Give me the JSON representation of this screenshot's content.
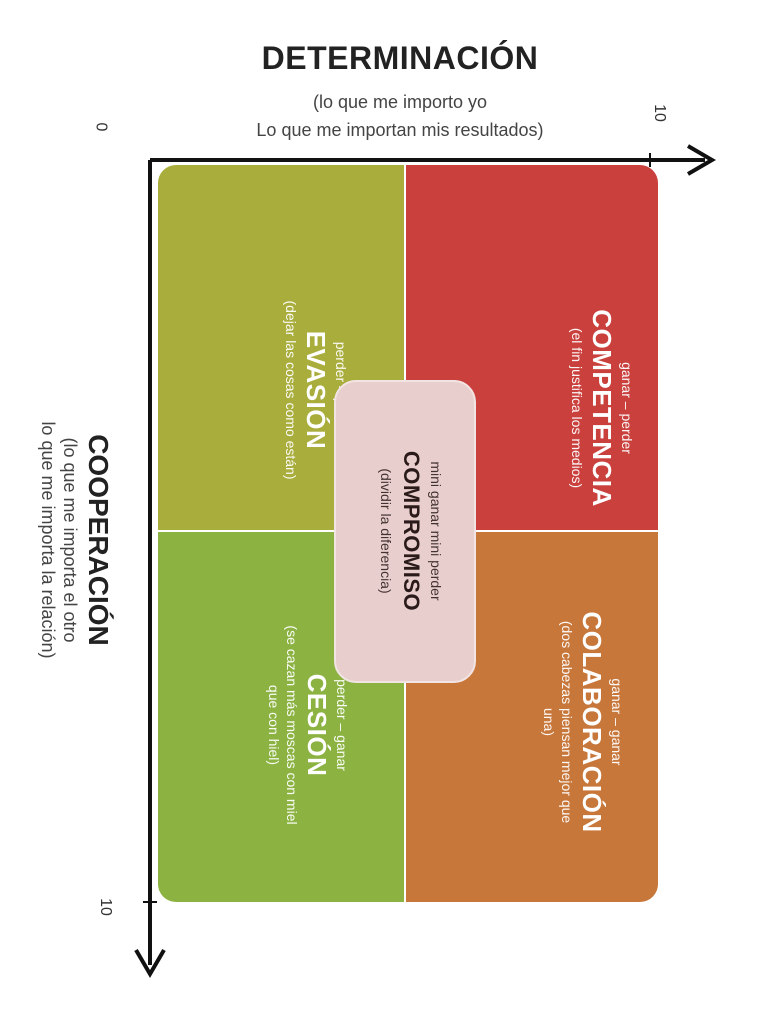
{
  "top_axis": {
    "title": "DETERMINACIÓN",
    "subtitle_line1": "(lo que me importo yo",
    "subtitle_line2": "Lo que me importan mis resultados)",
    "tick_min": "0",
    "tick_max": "10"
  },
  "left_axis": {
    "title": "COOPERACIÓN",
    "subtitle_line1": "(lo que me importa el otro",
    "subtitle_line2": "lo que me importa la relación)",
    "tick_max": "10"
  },
  "quadrants": {
    "competencia": {
      "tag": "ganar – perder",
      "title": "COMPETENCIA",
      "desc": "(el fin justifica los medios)",
      "color": "#c9403d"
    },
    "evasion": {
      "tag": "perder – perder",
      "title": "EVASIÓN",
      "desc": "(dejar las cosas como están)",
      "color": "#a9ad3c"
    },
    "colaboracion": {
      "tag": "ganar – ganar",
      "title": "COLABORACIÓN",
      "desc_line1": "(dos cabezas piensan mejor que",
      "desc_line2": "una)",
      "color": "#c8773b"
    },
    "cesion": {
      "tag": "perder – ganar",
      "title": "CESIÓN",
      "desc_line1": "(se cazan más moscas con miel",
      "desc_line2": "que con hiel)",
      "color": "#8cb342"
    }
  },
  "center": {
    "tag": "mini ganar mini perder",
    "title": "COMPROMISO",
    "desc": "(dividir la diferencia)",
    "color": "#e8cfcd"
  }
}
